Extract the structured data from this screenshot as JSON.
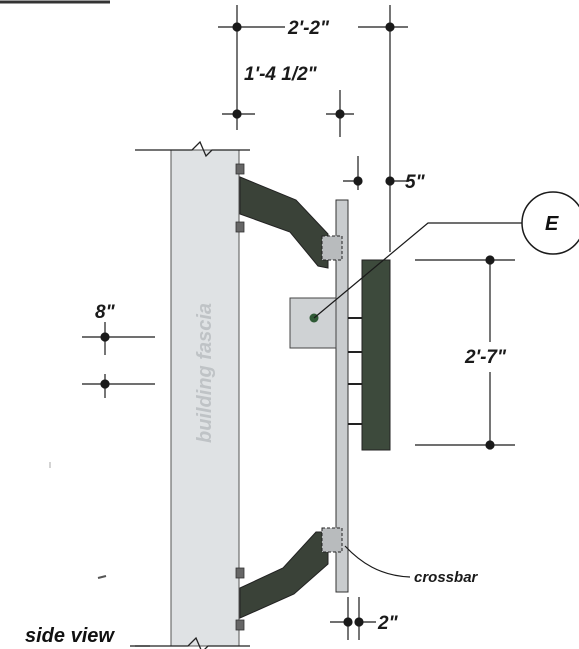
{
  "labels": {
    "dim_overall": "2'-2\"",
    "dim_fascia_offset": "1'-4 1/2\"",
    "dim_plate": "5\"",
    "dim_fascia_gap": "8\"",
    "dim_sign_height": "2'-7\"",
    "dim_crossbar": "2\"",
    "callout_crossbar": "crossbar",
    "fascia": "building fascia",
    "view": "side view",
    "detail_marker": "E"
  },
  "colors": {
    "fascia_fill": "#dfe2e4",
    "bracket_fill": "#3a4238",
    "sign_fill": "#3d4a3c",
    "plate_fill": "#cfd2d4",
    "line": "#1a1a1a"
  }
}
